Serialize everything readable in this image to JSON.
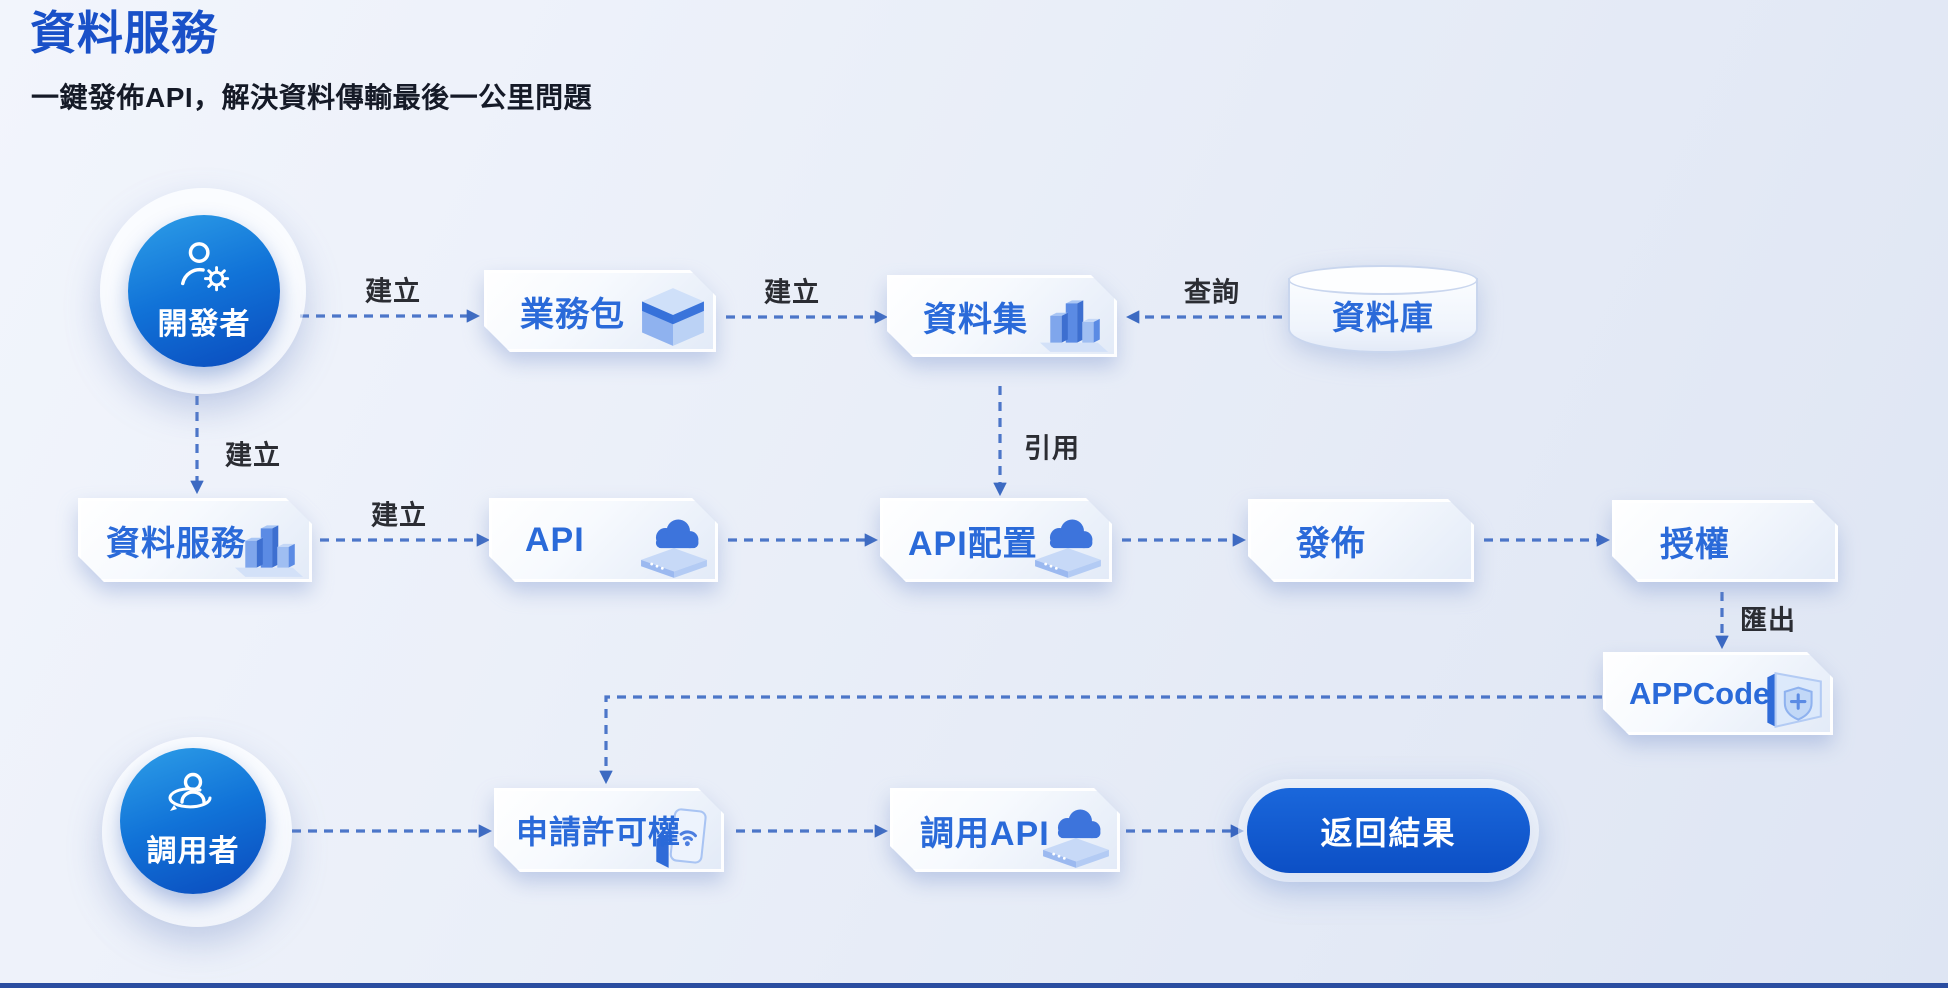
{
  "header": {
    "title": "資料服務",
    "subtitle": "一鍵發佈API，解決資料傳輸最後一公里問題"
  },
  "actors": {
    "developer": "開發者",
    "caller": "調用者"
  },
  "nodes": {
    "business_package": "業務包",
    "dataset": "資料集",
    "database": "資料庫",
    "data_service": "資料服務",
    "api": "API",
    "api_config": "API配置",
    "publish": "發佈",
    "authorize": "授權",
    "appcode": "APPCode",
    "apply_permission": "申請許可權",
    "call_api": "調用API",
    "return_result": "返回結果"
  },
  "edge_labels": {
    "dev_to_business_package": "建立",
    "business_package_to_dataset": "建立",
    "database_to_dataset": "查詢",
    "dev_to_data_service": "建立",
    "data_service_to_api": "建立",
    "dataset_to_api_config": "引用",
    "authorize_to_appcode": "匯出"
  },
  "icons": {
    "developer": "person-gear-icon",
    "caller": "person-sync-icon",
    "business_package": "cube-icon",
    "dataset": "bar-chart-icon",
    "data_service": "bar-chart-icon",
    "api": "cloud-server-icon",
    "api_config": "cloud-server-icon",
    "call_api": "cloud-server-icon",
    "apply_permission": "phone-wifi-icon",
    "appcode": "shield-icon"
  },
  "colors": {
    "title_blue": "#1950C8",
    "node_text_blue": "#2A6AD9",
    "arrow_blue": "#3F6CC5",
    "actor_gradient_start": "#2E9FE8",
    "actor_gradient_end": "#0A4ABD",
    "result_button_blue": "#0C4FC5",
    "background_top": "#F2F5FC",
    "background_bottom": "#DEE5F3",
    "bottom_bar": "#2A4DA0"
  }
}
